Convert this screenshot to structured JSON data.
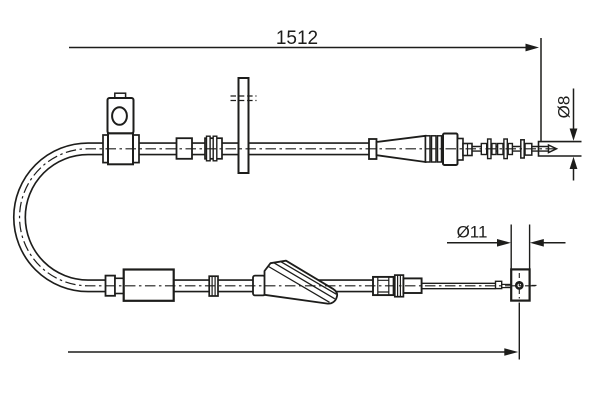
{
  "drawing": {
    "type": "technical-drawing",
    "subject": "cable-assembly",
    "background_color": "#ffffff",
    "line_color": "#1d1d1b",
    "labels": {
      "overall_length": "1512",
      "end_diameter": "Ø8",
      "eyelet_diameter": "Ø11"
    }
  }
}
